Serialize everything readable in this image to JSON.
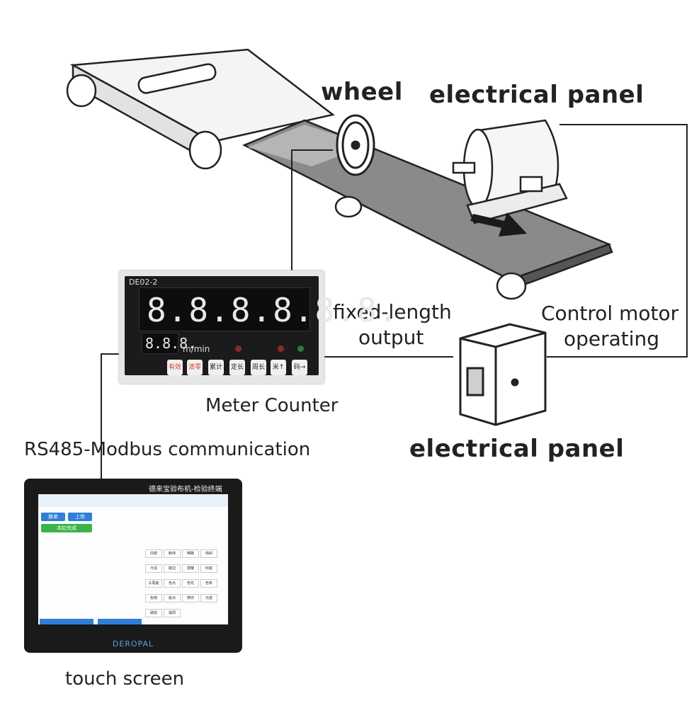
{
  "labels": {
    "wheel": "wheel",
    "electrical_panel_top": "electrical panel",
    "fixed_length_output_line1": "fixed-length",
    "fixed_length_output_line2": "output",
    "control_motor_line1": "Control motor",
    "control_motor_line2": "operating",
    "meter_counter": "Meter Counter",
    "rs485": "RS485-Modbus communication",
    "electrical_panel_bottom": "electrical panel",
    "touch_screen": "touch screen"
  },
  "meter": {
    "model": "DE02-2",
    "main_display": "8.8.8.8.8.8.",
    "small_display": "8.8.8.",
    "unit": "m/min",
    "buttons": [
      "有效",
      "清零",
      "累计",
      "定长",
      "周长",
      "米↑",
      "码→"
    ]
  },
  "tablet": {
    "title": "德来宝验布机-检验终端",
    "brand": "DEROPAL",
    "left_buttons": [
      "换单",
      "上传",
      "本缸完成"
    ],
    "grid_items": [
      "匹痕",
      "断纬",
      "稀路",
      "纬斜",
      "污渍",
      "破边",
      "褶皱",
      "织疵",
      "头尾差",
      "色点",
      "色花",
      "色条",
      "色绺",
      "疵点",
      "擦伤",
      "污迹",
      "破损",
      "漏洞"
    ]
  },
  "colors": {
    "line": "#222222",
    "belt_fill": "#8a8a8a",
    "tablet_accent": "#2f7fd8",
    "tablet_green": "#3cb34a"
  }
}
